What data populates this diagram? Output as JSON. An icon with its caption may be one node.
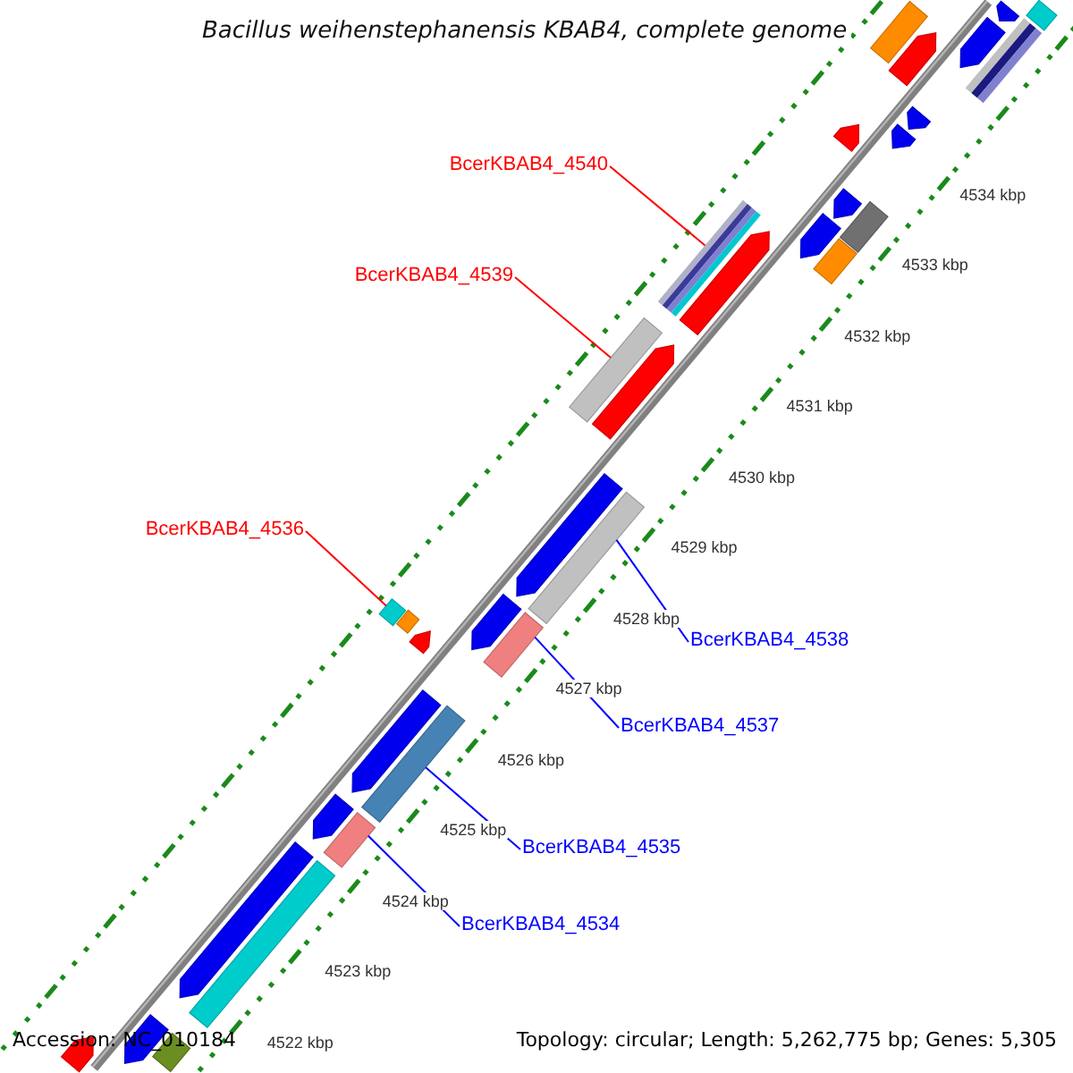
{
  "diagram": {
    "title": "Bacillus weihenstephanensis KBAB4, complete genome",
    "nodes": [
      {
        "text": [
          "BcerKBAB4_4540"
        ]
      },
      {
        "text": [],
        "shape": "bar"
      },
      {
        "text": [
          "BcerKBAB4_4539"
        ]
      },
      {
        "text": [],
        "shape": "bar"
      },
      {
        "text": [
          "BcerKBAB4_4536"
        ]
      },
      {
        "text": [],
        "shape": "bar"
      },
      {
        "text": [
          "BcerKBAB4_4538"
        ]
      },
      {
        "text": [],
        "shape": "bar"
      },
      {
        "text": [
          "BcerKBAB4_4537"
        ]
      },
      {
        "text": [],
        "shape": "bar"
      },
      {
        "text": [
          "BcerKBAB4_4535"
        ]
      },
      {
        "text": [],
        "shape": "bar"
      },
      {
        "text": [
          "BcerKBAB4_4534"
        ]
      },
      {
        "text": [],
        "shape": "bar"
      },
      {
        "text": [],
        "shape": "arrow"
      },
      {
        "text": [],
        "shape": "bar"
      },
      {
        "text": [],
        "shape": "arrow"
      },
      {
        "text": [],
        "shape": "bar"
      },
      {
        "text": [],
        "shape": "bar"
      },
      {
        "text": [],
        "shape": "arrow"
      },
      {
        "text": [],
        "shape": "arrow"
      },
      {
        "text": [],
        "shape": "arrow"
      },
      {
        "text": [],
        "shape": "arrow"
      },
      {
        "text": [],
        "shape": "arrow"
      },
      {
        "text": [],
        "shape": "bar"
      },
      {
        "text": [],
        "shape": "arrow"
      },
      {
        "text": [],
        "shape": "bar"
      },
      {
        "text": [],
        "shape": "arrow"
      },
      {
        "text": [],
        "shape": "arrow"
      },
      {
        "text": [],
        "shape": "arrow"
      },
      {
        "text": [],
        "shape": "arrow"
      },
      {
        "text": [],
        "shape": "bar"
      },
      {
        "text": [],
        "shape": "arrow"
      },
      {
        "text": [],
        "shape": "arrow"
      },
      {
        "text": [],
        "shape": "arrow"
      },
      {
        "text": [],
        "shape": "arrow"
      },
      {
        "text": [],
        "shape": "bar"
      },
      {
        "text": [],
        "shape": "arrow"
      },
      {
        "text": [],
        "shape": "bar"
      },
      {
        "text": [],
        "shape": "arrow"
      }
    ],
    "edges": [
      {
        "from": 0,
        "to": 1,
        "arrow": "none",
        "color": "#ff0000"
      },
      {
        "from": 2,
        "to": 3,
        "arrow": "none",
        "color": "#ff0000"
      },
      {
        "from": 4,
        "to": 5,
        "arrow": "none",
        "color": "#ff0000"
      },
      {
        "from": 6,
        "to": 7,
        "arrow": "none"
      },
      {
        "from": 8,
        "to": 9,
        "arrow": "none"
      },
      {
        "from": 10,
        "to": 11,
        "arrow": "none"
      },
      {
        "from": 12,
        "to": 13,
        "arrow": "none"
      }
    ],
    "labels": [
      "4534 kbp",
      "4533 kbp",
      "4532 kbp",
      "4531 kbp",
      "4530 kbp",
      "4529 kbp",
      "4528 kbp",
      "4527 kbp",
      "4526 kbp",
      "4525 kbp",
      "4524 kbp",
      "4523 kbp",
      "4522 kbp",
      "Accession: NC_010184",
      "Topology: circular; Length: 5,262,775 bp; Genes: 5,305"
    ]
  }
}
